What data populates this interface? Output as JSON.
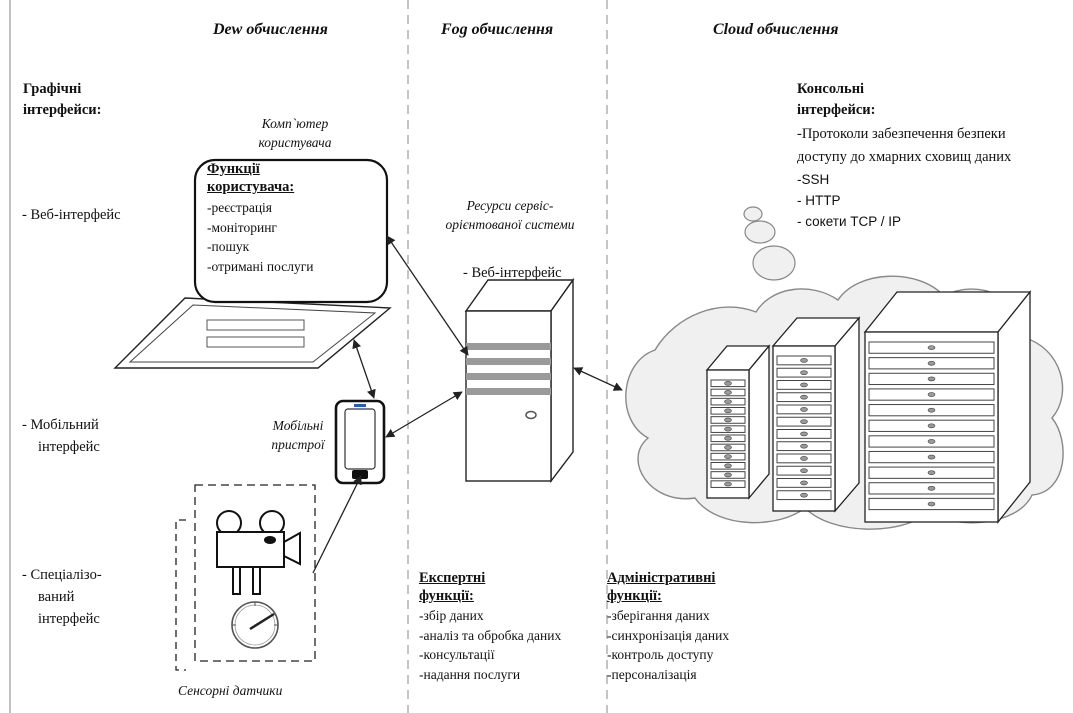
{
  "columns": {
    "dew": "Dew обчислення",
    "fog": "Fog обчислення",
    "cloud": "Cloud обчислення"
  },
  "left": {
    "graphic_title": [
      "Графічні",
      "інтерфейси:"
    ],
    "web": "- Веб-інтерфейс",
    "mobile": [
      "- Мобільний",
      "інтерфейс"
    ],
    "special": [
      "- Спеціалізо-",
      "ваний",
      "інтерфейс"
    ]
  },
  "dew": {
    "computer_caption": [
      "Комп`ютер",
      "користувача"
    ],
    "user_functions_title": [
      "Функції",
      "користувача:"
    ],
    "user_functions": [
      "-реєстрація",
      "-моніторинг",
      "-пошук",
      "-отримані послуги"
    ],
    "mobile_caption": [
      "Мобільні",
      "пристрої"
    ],
    "sensors_caption": "Сенсорні датчики"
  },
  "fog": {
    "resources_caption": [
      "Ресурси сервіс-",
      "орієнтованої системи"
    ],
    "web": "- Веб-інтерфейс",
    "expert_title": [
      "Експертні",
      "функції:"
    ],
    "expert_items": [
      "-збір даних",
      "-аналіз та обробка даних",
      "-консультації",
      "-надання послуги"
    ]
  },
  "cloud": {
    "console_title": [
      "Консольні",
      "інтерфейси:"
    ],
    "console_items": [
      "-Протоколи забезпечення безпеки",
      "доступу до хмарних сховищ даних",
      "-SSH",
      "- HTTP",
      "- сокети TCP / IP"
    ],
    "admin_title": [
      "Адміністративні",
      "функції:"
    ],
    "admin_items": [
      "-зберігання даних",
      "-синхронізація даних",
      "-контроль доступу",
      "-персоналізація"
    ]
  },
  "colors": {
    "line": "#333333",
    "cloud_fill": "#f0f0f0",
    "slot": "#9a9a9a",
    "accent": "#2a5db0"
  }
}
